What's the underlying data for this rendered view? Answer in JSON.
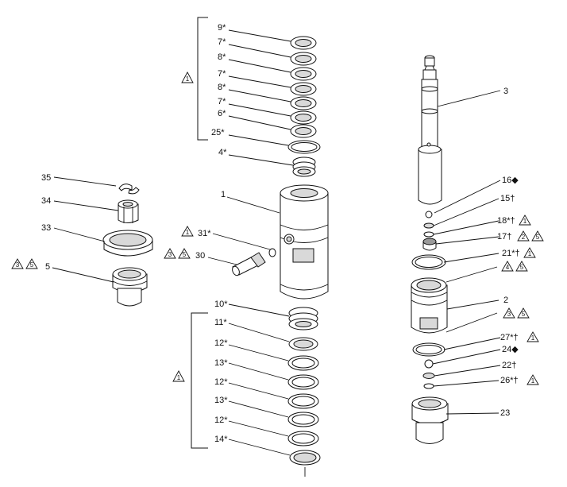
{
  "callouts": {
    "c9": "9*",
    "c7a": "7*",
    "c8a": "8*",
    "c7b": "7*",
    "c8b": "8*",
    "c7c": "7*",
    "c6": "6*",
    "c25": "25*",
    "c4": "4*",
    "c1": "1",
    "c31": "31*",
    "c30": "30",
    "c35": "35",
    "c34": "34",
    "c33": "33",
    "c5": "5",
    "c10": "10*",
    "c11": "11*",
    "c12a": "12*",
    "c13a": "13*",
    "c12b": "12*",
    "c13b": "13*",
    "c12c": "12*",
    "c14": "14*",
    "c3": "3",
    "c16": "16◆",
    "c15": "15†",
    "c18": "18*†",
    "c17": "17†",
    "c21": "21*†",
    "c2": "2",
    "c27": "27*†",
    "c24": "24◆",
    "c22": "22†",
    "c26": "26*†",
    "c23": "23"
  },
  "symbols": {
    "note1": "1",
    "note2": "2",
    "note3": "3",
    "note4": "4",
    "note5": "5"
  },
  "colors": {
    "line": "#111111",
    "shade": "#d9d9d9",
    "dark": "#9a9a9a",
    "background": "#ffffff"
  }
}
